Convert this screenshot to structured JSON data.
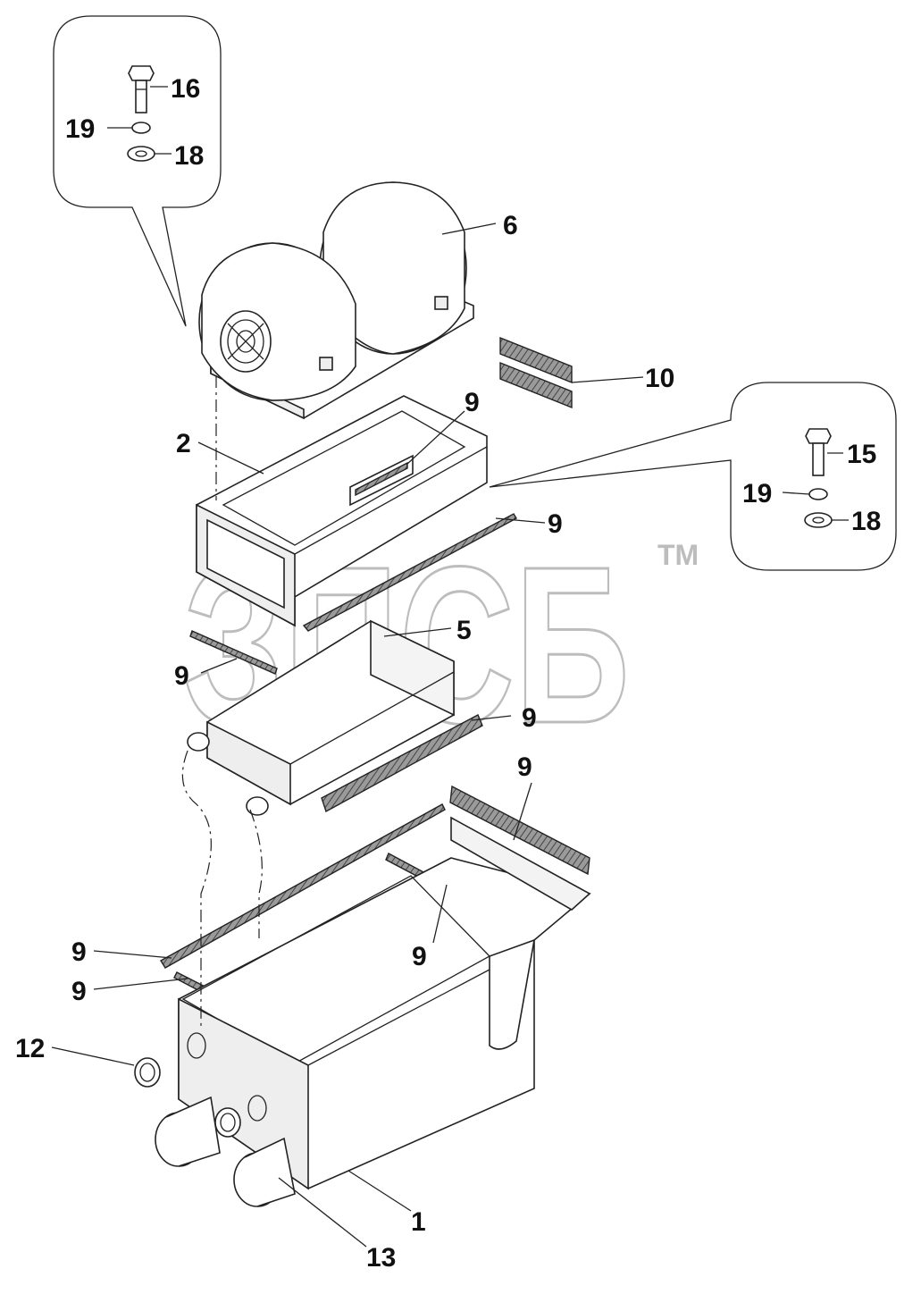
{
  "watermark": {
    "text": "ЗПСБ",
    "tm": "TM"
  },
  "callouts": {
    "c1": "1",
    "c2": "2",
    "c5": "5",
    "c6": "6",
    "c9a": "9",
    "c9b": "9",
    "c9c": "9",
    "c9d": "9",
    "c9e": "9",
    "c9f": "9",
    "c9g": "9",
    "c9h": "9",
    "c10": "10",
    "c12": "12",
    "c13": "13",
    "c15": "15",
    "c16": "16",
    "c18a": "18",
    "c18b": "18",
    "c19a": "19",
    "c19b": "19"
  }
}
